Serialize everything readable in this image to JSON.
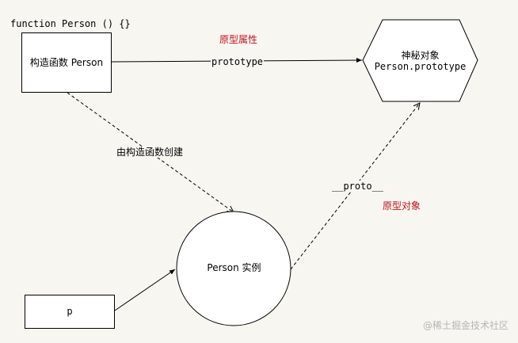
{
  "code_label": "function Person () {}",
  "nodes": {
    "constructor": {
      "label": "构造函数 Person"
    },
    "prototype": {
      "line1": "神秘对象",
      "line2": "Person.prototype"
    },
    "instance": {
      "label": "Person 实例"
    },
    "variable": {
      "label": "p"
    }
  },
  "edges": {
    "prototype": {
      "label": "prototype",
      "annotation": "原型属性"
    },
    "created_by": {
      "label": "由构造函数创建"
    },
    "proto": {
      "label": "__proto__",
      "annotation": "原型对象"
    }
  },
  "colors": {
    "background": "#f8f6f1",
    "annotation": "#c0141c",
    "stroke": "#000000"
  },
  "watermark": "@稀土掘金技术社区"
}
